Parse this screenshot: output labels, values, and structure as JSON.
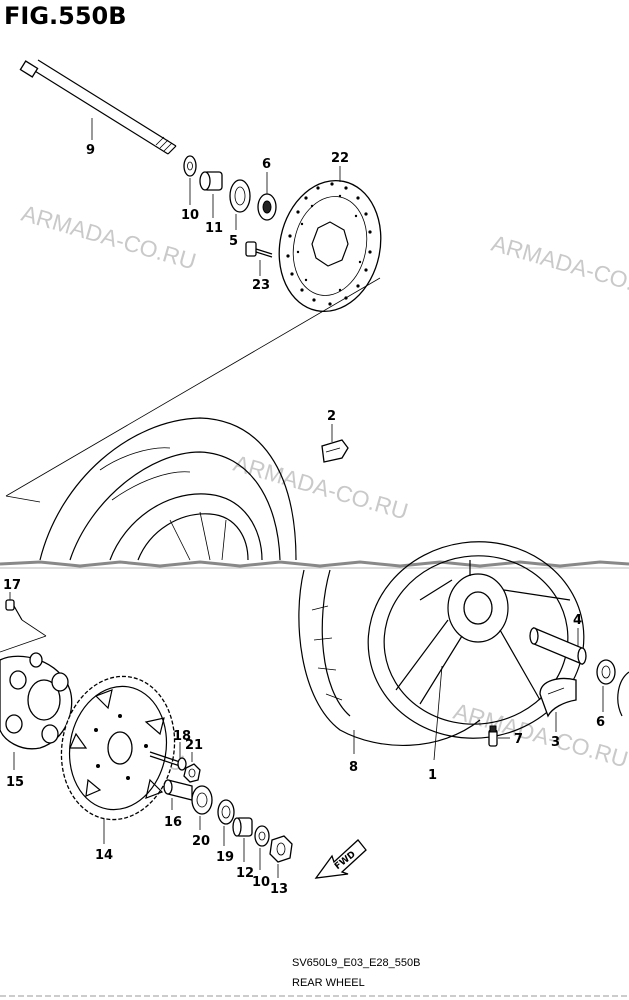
{
  "figure": {
    "title": "FIG.550B",
    "model_code": "SV650L9_E03_E28_550B",
    "caption": "REAR WHEEL",
    "watermark": "ARMADA-CO.RU"
  },
  "callouts": {
    "c1": "1",
    "c2": "2",
    "c3": "3",
    "c4": "4",
    "c5": "5",
    "c6a": "6",
    "c6b": "6",
    "c7": "7",
    "c8": "8",
    "c9": "9",
    "c10a": "10",
    "c10b": "10",
    "c11": "11",
    "c12": "12",
    "c13": "13",
    "c14": "14",
    "c15": "15",
    "c16": "16",
    "c17": "17",
    "c18": "18",
    "c19": "19",
    "c20": "20",
    "c21": "21",
    "c22": "22",
    "c23": "23"
  },
  "arrow": {
    "label": "FWD"
  }
}
